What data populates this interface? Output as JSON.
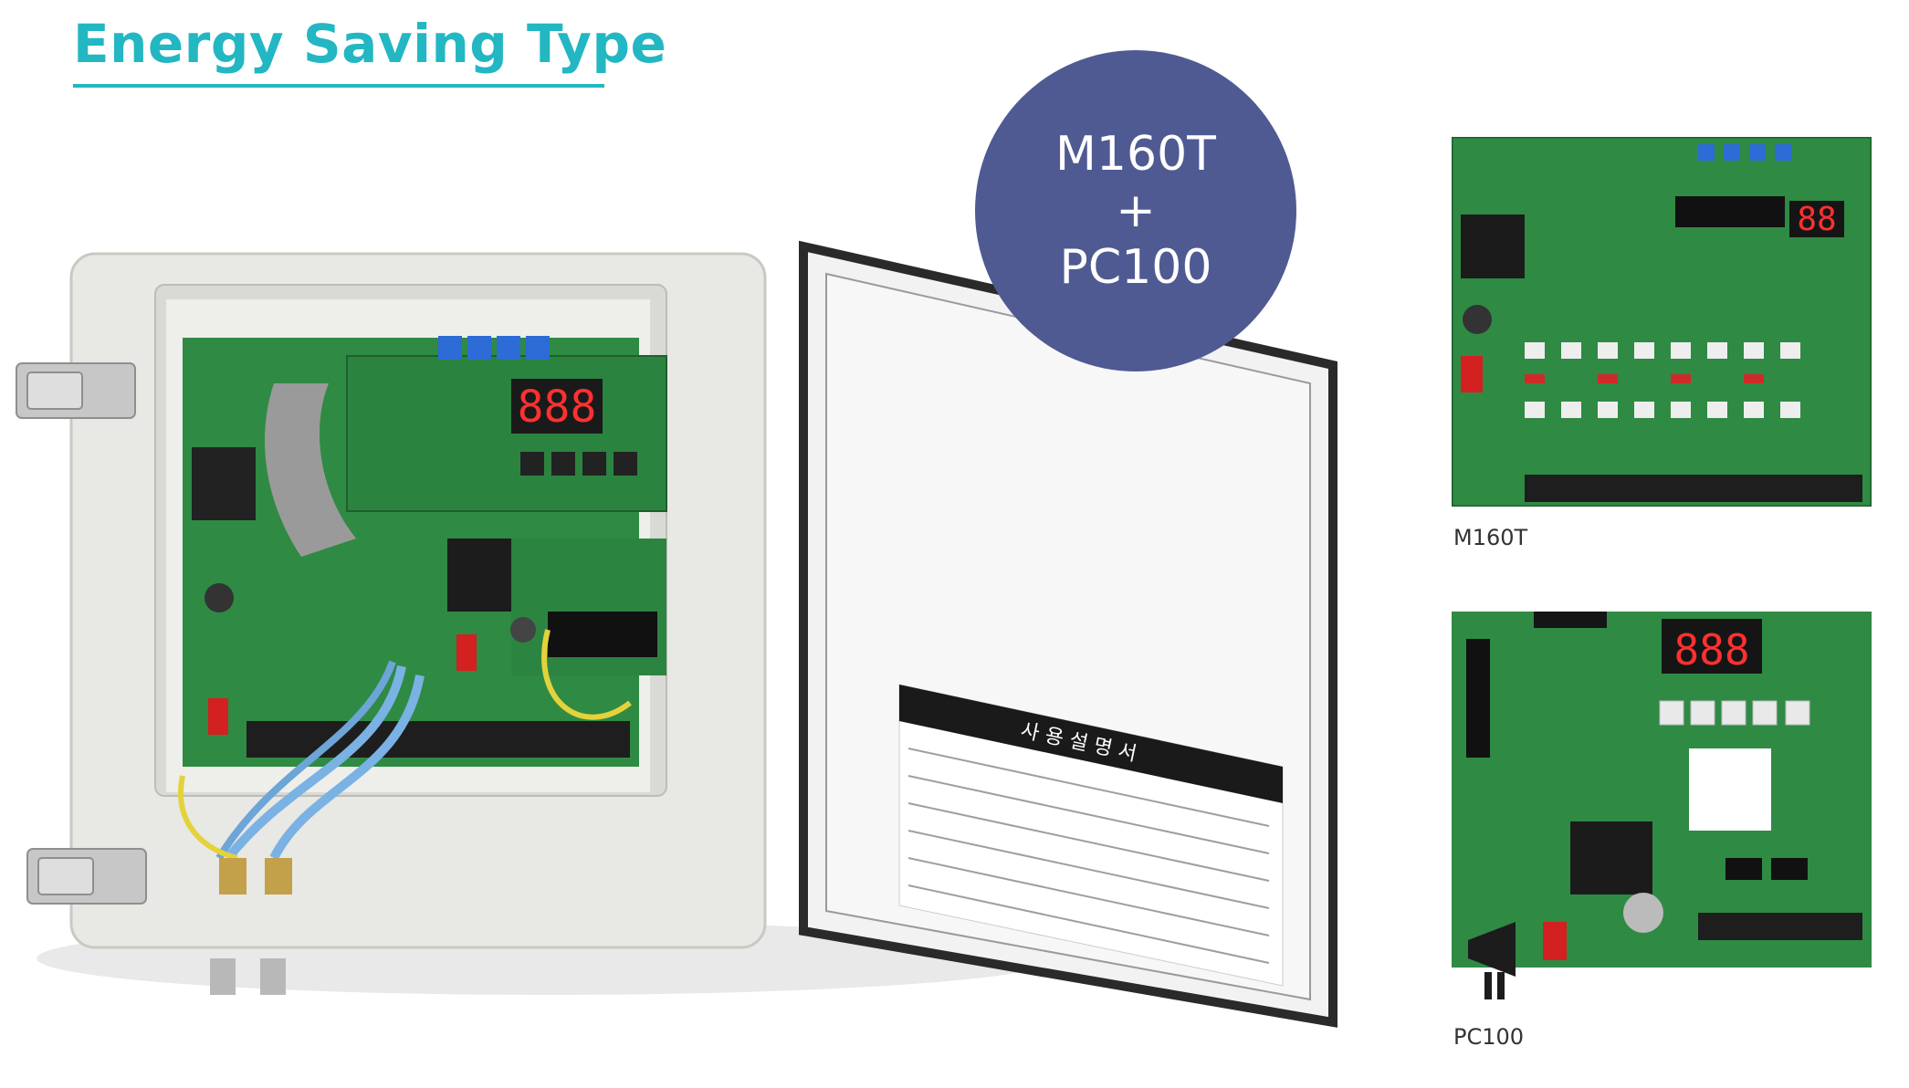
{
  "heading": "Energy Saving Type",
  "badge": {
    "line1": "M160T",
    "line2": "+",
    "line3": "PC100"
  },
  "captions": {
    "board1": "M160T",
    "board2": "PC100"
  },
  "panel_display": "888",
  "board2_display": "888",
  "manual_title": "사 용 설 명 서",
  "colors": {
    "accent": "#22b7c2",
    "badge": "#4f5a93",
    "pcb": "#2f8a44",
    "enclosure": "#e6e6e2"
  }
}
